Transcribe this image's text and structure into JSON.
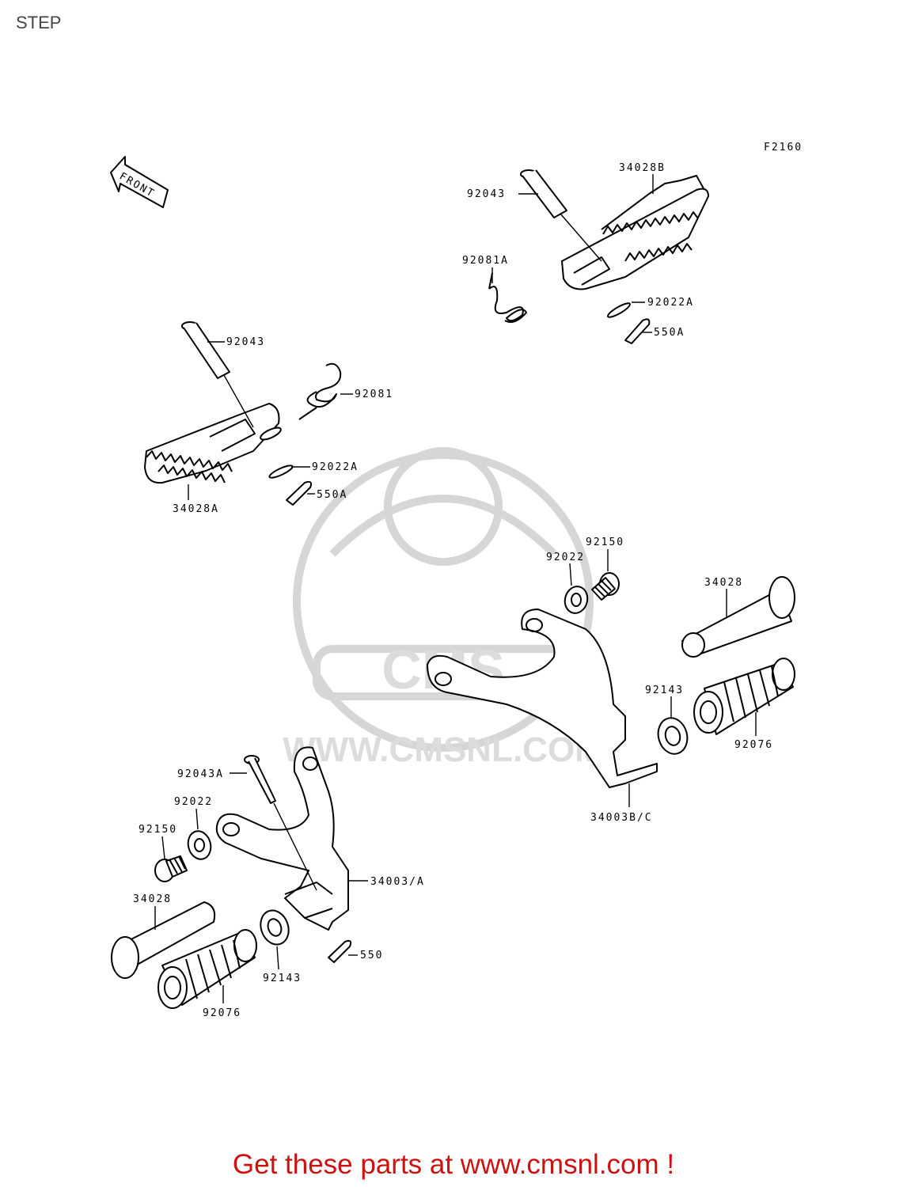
{
  "page": {
    "title": "STEP"
  },
  "diagram": {
    "figure_code": "F2160",
    "front_marker": "FRONT",
    "watermark": {
      "logo_text": "CMS",
      "url": "WWW.CMSNL.COM"
    },
    "labels": {
      "l_34028B": "34028B",
      "l_92043_top": "92043",
      "l_92081A": "92081A",
      "l_92022A_top": "92022A",
      "l_550A_top": "550A",
      "l_92043_left": "92043",
      "l_92081": "92081",
      "l_92022A_left": "92022A",
      "l_550A_left": "550A",
      "l_34028A": "34028A",
      "l_92150_right": "92150",
      "l_92022_right": "92022",
      "l_34028_right": "34028",
      "l_92143_right": "92143",
      "l_92076_right": "92076",
      "l_34003BC": "34003B/C",
      "l_92043A": "92043A",
      "l_92022_left": "92022",
      "l_92150_left": "92150",
      "l_34003A": "34003/A",
      "l_34028_left": "34028",
      "l_550": "550",
      "l_92143_left": "92143",
      "l_92076_left": "92076"
    }
  },
  "footer": {
    "promo": "Get these parts at www.cmsnl.com !"
  }
}
